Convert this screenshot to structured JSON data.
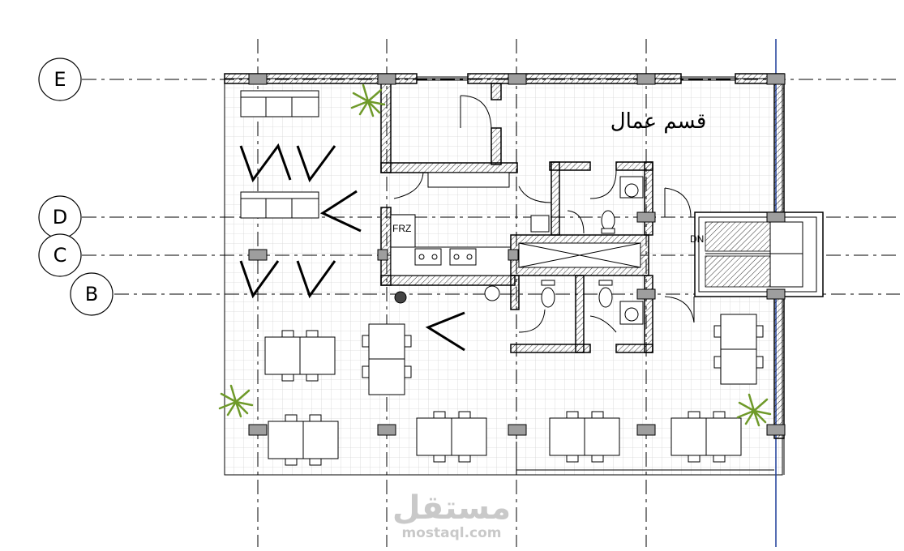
{
  "grid_labels": {
    "e": "E",
    "d": "D",
    "c": "C",
    "b": "B"
  },
  "room_label": "قسم عمال",
  "freezer_label": "FRZ",
  "stair_label": "DN",
  "watermark": {
    "arabic": "مستقل",
    "latin": "mostaql.com"
  },
  "colors": {
    "wall": "#000000",
    "floor_grid": "#d6d6d6",
    "column": "#9e9e9e",
    "plant": "#6f9a2a",
    "axis_blue": "#1f3f9a"
  }
}
